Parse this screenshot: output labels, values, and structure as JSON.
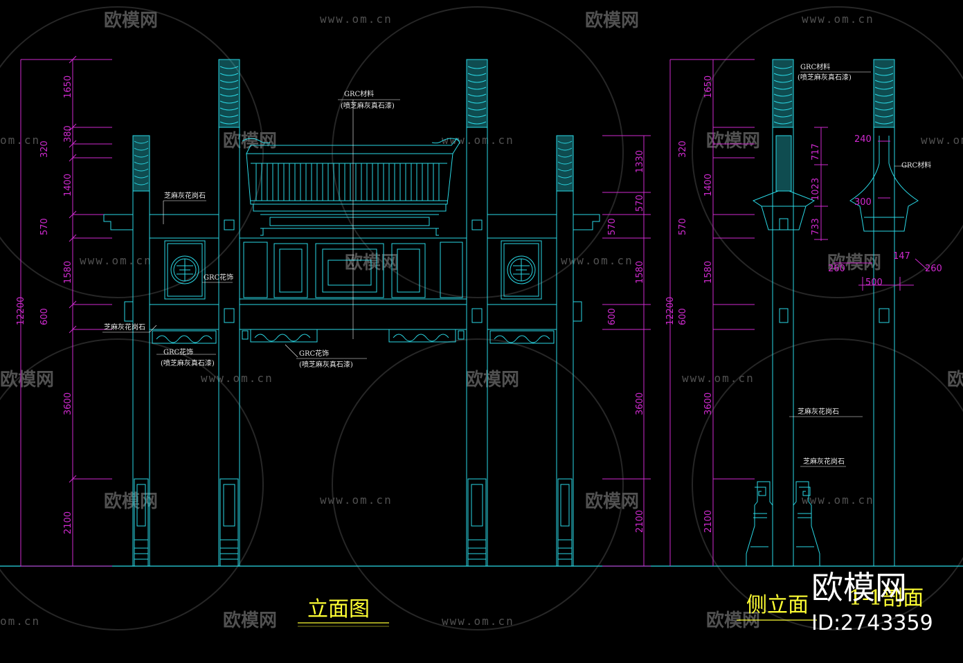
{
  "colors": {
    "background": "#000000",
    "structure": "#2ad9e6",
    "dimension": "#d02ad0",
    "text": "#ffffff",
    "title": "#ffff33"
  },
  "watermark": {
    "logo_text": "欧模网",
    "url": "www.om.cn",
    "url_short": "om.cn"
  },
  "front_elevation": {
    "title": "立面图",
    "dimensions": [
      "1650",
      "380",
      "320",
      "1400",
      "570",
      "1580",
      "600",
      "3600",
      "2100"
    ],
    "total_height": "12200",
    "right_dimensions": [
      "1330",
      "570",
      "570",
      "1580",
      "600",
      "3600",
      "2100"
    ],
    "notes": {
      "grc_material": "GRC材料",
      "grc_material_sub": "(喷芝麻灰真石漆)",
      "sesame_granite_top": "芝麻灰花岗石",
      "grc_flower_panel": "GRC花饰",
      "sesame_granite_mid": "芝麻灰花岗石",
      "grc_flower_left": "GRC花饰",
      "grc_flower_left_sub": "(喷芝麻灰真石漆)",
      "grc_flower_center": "GRC花饰",
      "grc_flower_center_sub": "(喷芝麻灰真石漆)"
    }
  },
  "side_elevation": {
    "title": "侧立面",
    "dimensions": [
      "1650",
      "320",
      "1400",
      "570",
      "1580",
      "600",
      "3600",
      "2100"
    ],
    "total_height": "12200",
    "notes": {
      "grc_material": "GRC材料",
      "grc_material_sub": "(喷芝麻灰真石漆)",
      "granite_mid": "芝麻灰花岗石",
      "granite_low": "芝麻灰花岗石"
    }
  },
  "section": {
    "title": "1-1剖面",
    "dimensions": [
      "717",
      "1023",
      "733"
    ],
    "labels": [
      "240",
      "GRC材料",
      "300",
      "260",
      "500",
      "260",
      "147"
    ]
  },
  "brand": {
    "name": "欧模网",
    "id": "ID:2743359"
  }
}
